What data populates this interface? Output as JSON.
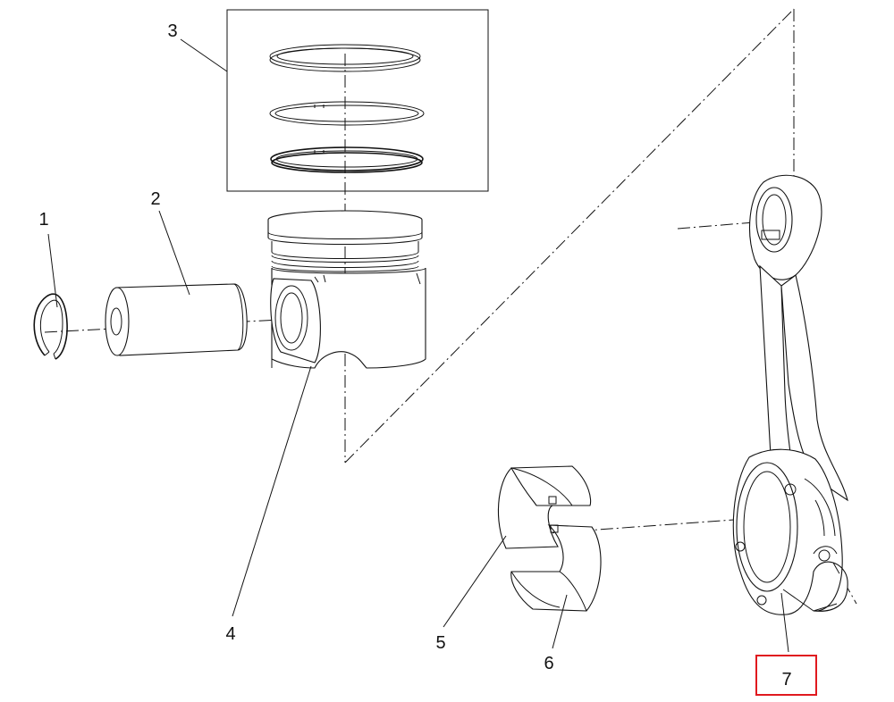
{
  "parts": [
    {
      "number": "1"
    },
    {
      "number": "2"
    },
    {
      "number": "3"
    },
    {
      "number": "4"
    },
    {
      "number": "5"
    },
    {
      "number": "6"
    },
    {
      "number": "7"
    }
  ],
  "highlighted_part": "7",
  "colors": {
    "line": "#111111",
    "highlight": "#e0191f",
    "background": "#ffffff"
  }
}
